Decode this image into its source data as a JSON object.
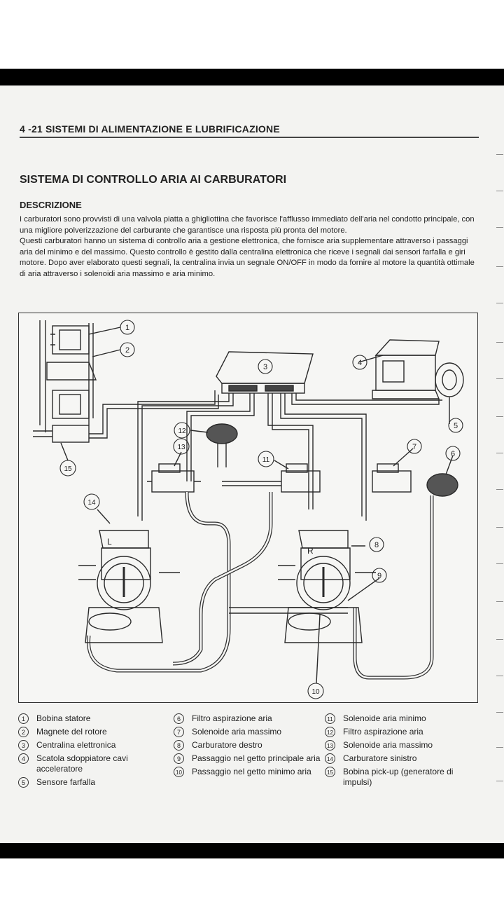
{
  "header": {
    "page_title": "4 -21 SISTEMI DI ALIMENTAZIONE E LUBRIFICAZIONE"
  },
  "section": {
    "title": "SISTEMA DI CONTROLLO ARIA AI CARBURATORI",
    "subtitle": "DESCRIZIONE",
    "paragraph1": "I carburatori sono provvisti di una valvola piatta a ghigliottina che favorisce l'afflusso immediato dell'aria nel condotto principale, con una migliore polverizzazione del carburante che garantisce una risposta più pronta del motore.",
    "paragraph2": "Questi carburatori hanno un sistema di controllo aria a gestione elettronica, che fornisce aria supplementare attraverso i passaggi aria del minimo e del massimo. Questo controllo è gestito dalla centralina elettronica che riceve i segnali dai sensori farfalla e giri motore. Dopo aver elaborato questi segnali, la centralina invia un segnale ON/OFF in modo da fornire al motore la quantità ottimale di aria attraverso i solenoidi aria massimo e aria minimo."
  },
  "diagram": {
    "callouts": [
      "1",
      "2",
      "3",
      "4",
      "5",
      "6",
      "7",
      "8",
      "9",
      "10",
      "11",
      "12",
      "13",
      "14",
      "15"
    ],
    "carb_left_letter": "L",
    "carb_right_letter": "R"
  },
  "legend": {
    "col1": [
      {
        "num": "1",
        "text": "Bobina statore"
      },
      {
        "num": "2",
        "text": "Magnete del rotore"
      },
      {
        "num": "3",
        "text": "Centralina elettronica"
      },
      {
        "num": "4",
        "text": "Scatola sdoppiatore cavi acceleratore"
      },
      {
        "num": "5",
        "text": "Sensore farfalla"
      }
    ],
    "col2": [
      {
        "num": "6",
        "text": "Filtro aspirazione aria"
      },
      {
        "num": "7",
        "text": "Solenoide aria massimo"
      },
      {
        "num": "8",
        "text": "Carburatore destro"
      },
      {
        "num": "9",
        "text": "Passaggio nel getto principale aria"
      },
      {
        "num": "10",
        "text": "Passaggio nel getto minimo aria"
      }
    ],
    "col3": [
      {
        "num": "11",
        "text": "Solenoide aria minimo"
      },
      {
        "num": "12",
        "text": "Filtro aspirazione aria"
      },
      {
        "num": "13",
        "text": "Solenoide aria massimo"
      },
      {
        "num": "14",
        "text": "Carburatore sinistro"
      },
      {
        "num": "15",
        "text": "Bobina pick-up (generatore di impulsi)"
      }
    ]
  }
}
